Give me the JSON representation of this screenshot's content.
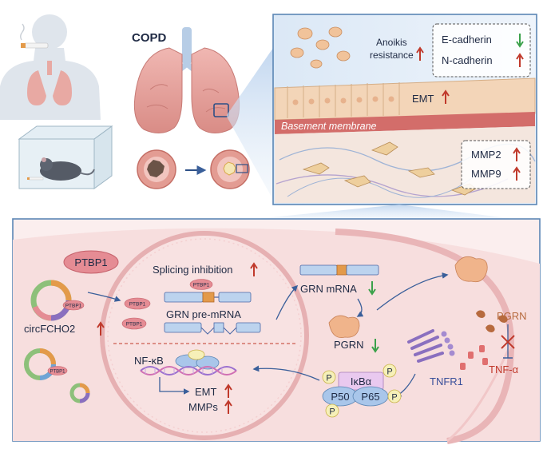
{
  "top_left": {
    "title": "COPD"
  },
  "inset": {
    "anoikis_line1": "Anoikis",
    "anoikis_line2": "resistance",
    "ecadherin": "E-cadherin",
    "ncadherin": "N-cadherin",
    "emt": "EMT",
    "basement": "Basement membrane",
    "mmp2": "MMP2",
    "mmp9": "MMP9"
  },
  "bottom": {
    "ptbp1": "PTBP1",
    "ptbp1_small": "PTBP1",
    "circ": "circFCHO2",
    "splicing": "Splicing inhibition",
    "pre_mrna": "GRN pre-mRNA",
    "grn_mrna": "GRN mRNA",
    "pgrn": "PGRN",
    "pgrn_right": "PGRN",
    "tnfa": "TNF-α",
    "tnfr1": "TNFR1",
    "nfkb": "NF-κB",
    "emt": "EMT",
    "mmps": "MMPs",
    "ikba": "IκBα",
    "p50": "P50",
    "p65": "P65",
    "p": "P"
  },
  "colors": {
    "up_arrow": "#c0392b",
    "down_arrow": "#3aa14a",
    "frame": "#5b86b5"
  }
}
